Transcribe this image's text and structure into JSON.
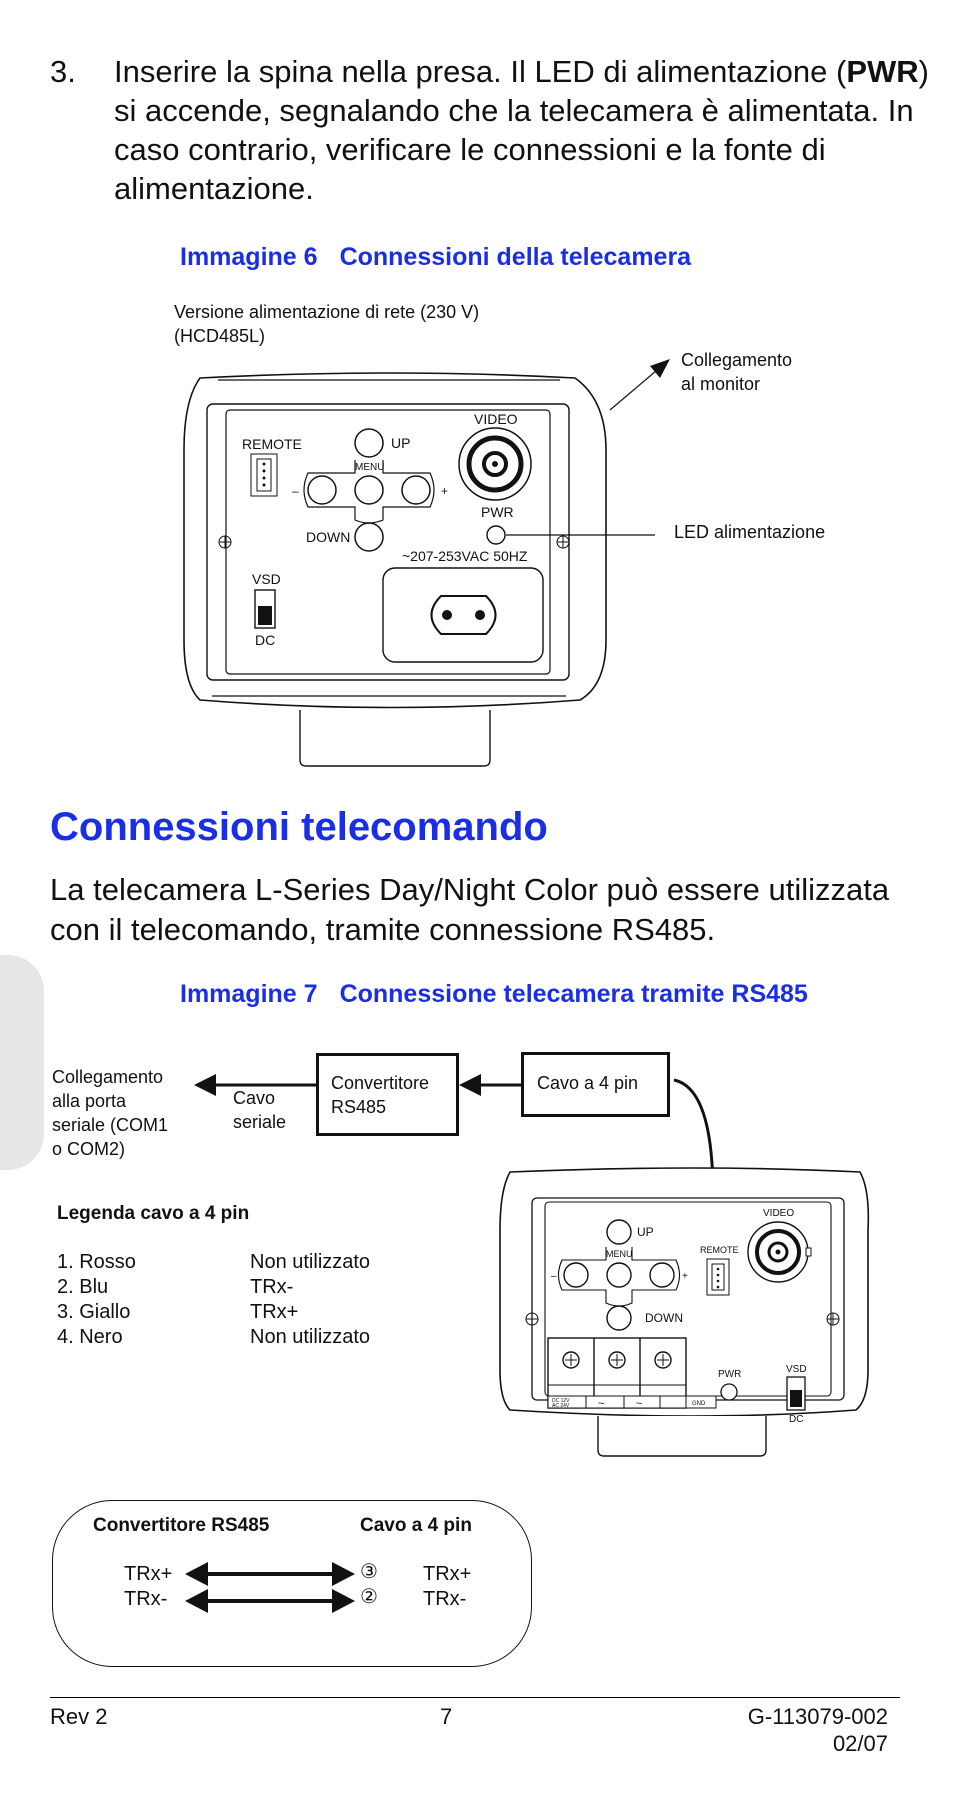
{
  "step": {
    "number": "3.",
    "text_before": "Inserire la spina nella presa. Il LED di alimentazione (",
    "bold": "PWR",
    "text_after": ") si accende, segnalando che la telecamera è alimentata. In caso contrario, verificare le connessioni e la fonte di alimentazione."
  },
  "figure6": {
    "number": "Immagine 6",
    "title": "Connessioni della telecamera",
    "version_line1": "Versione alimentazione di rete (230 V)",
    "version_line2": "(HCD485L)",
    "callout_monitor_1": "Collegamento",
    "callout_monitor_2": "al monitor",
    "callout_led": "LED alimentazione",
    "labels": {
      "video": "VIDEO",
      "remote": "REMOTE",
      "up": "UP",
      "menu": "MENU",
      "down": "DOWN",
      "minus": "–",
      "plus": "+",
      "pwr": "PWR",
      "vsd": "VSD",
      "dc": "DC",
      "voltage": "~207-253VAC 50HZ"
    }
  },
  "section": {
    "title": "Connessioni telecomando",
    "intro": "La telecamera L-Series Day/Night Color può essere utilizzata con il telecomando, tramite connessione RS485."
  },
  "figure7": {
    "number": "Immagine 7",
    "title": "Connessione telecamera tramite RS485",
    "serial_port": [
      "Collegamento",
      "alla porta",
      "seriale (COM1",
      "o COM2)"
    ],
    "cable_serial": [
      "Cavo",
      "seriale"
    ],
    "converter": [
      "Convertitore",
      "RS485"
    ],
    "cable_4pin": "Cavo a 4 pin",
    "legend_title": "Legenda cavo a 4 pin",
    "legend": [
      {
        "pin": "1. Rosso",
        "use": "Non utilizzato"
      },
      {
        "pin": "2. Blu",
        "use": "TRx-"
      },
      {
        "pin": "3. Giallo",
        "use": "TRx+"
      },
      {
        "pin": "4. Nero",
        "use": "Non utilizzato"
      }
    ],
    "camera_labels": {
      "video": "VIDEO",
      "remote": "REMOTE",
      "up": "UP",
      "menu": "MENU",
      "down": "DOWN",
      "minus": "–",
      "plus": "+",
      "pwr": "PWR",
      "vsd": "VSD",
      "dc": "DC",
      "term1a": "DC 12V",
      "term1b": "AC 24V",
      "tilde": "~",
      "gnd": "GND"
    },
    "wiring": {
      "left_header": "Convertitore RS485",
      "right_header": "Cavo a 4 pin",
      "left_top": "TRx+",
      "left_bottom": "TRx-",
      "pin_top": "③",
      "pin_bottom": "②",
      "right_top": "TRx+",
      "right_bottom": "TRx-"
    }
  },
  "footer": {
    "left": "Rev  2",
    "center": "7",
    "right_line1": "G-113079-002",
    "right_line2": "02/07"
  }
}
